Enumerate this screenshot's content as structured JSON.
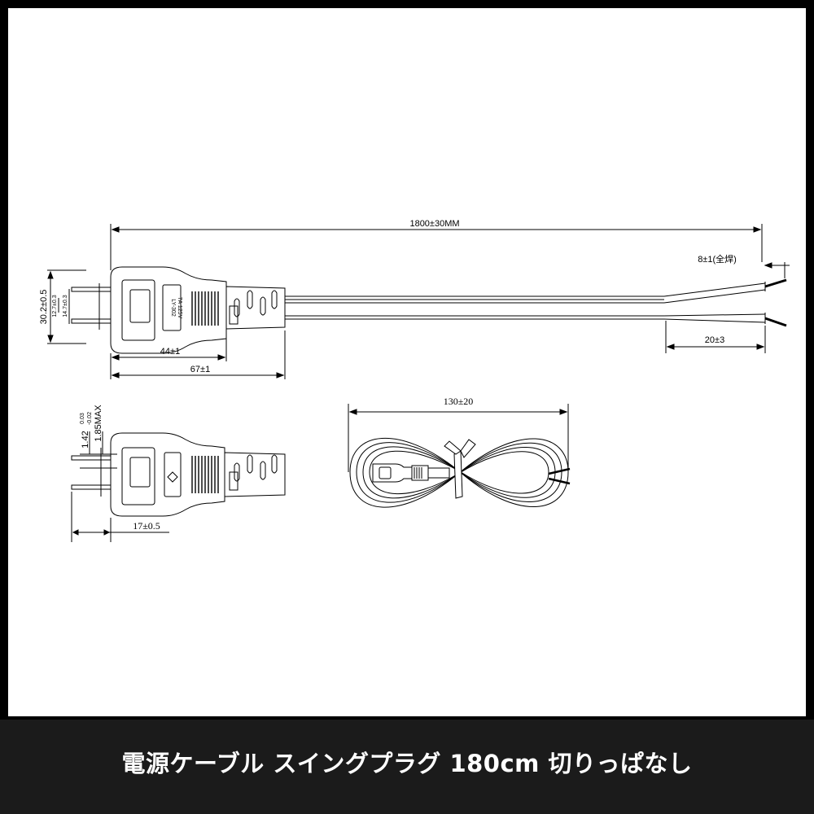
{
  "caption": "電源ケーブル スイングプラグ 180cm 切りっぱなし",
  "dimensions": {
    "total_length": "1800±30MM",
    "strip_length": "8±1(全焊)",
    "split_length": "20±3",
    "plug_height": "30.2±0.5",
    "pin_spacing": "12.7±0.3",
    "pin_span": "14.7±0.3",
    "plug_body": "44±1",
    "plug_with_boot": "67±1",
    "pin_thickness": "1.42",
    "pin_tolerance_upper": "0.03",
    "pin_tolerance_lower": "-0.02",
    "pin_max": "1.85MAX",
    "pin_length": "17±0.5",
    "coil_width": "130±20"
  },
  "plug_marking": {
    "model": "LY-302",
    "rating": "7A 125V"
  },
  "colors": {
    "line": "#000000",
    "background": "#ffffff",
    "caption_bar": "#1b1b1b",
    "caption_text": "#ffffff"
  }
}
